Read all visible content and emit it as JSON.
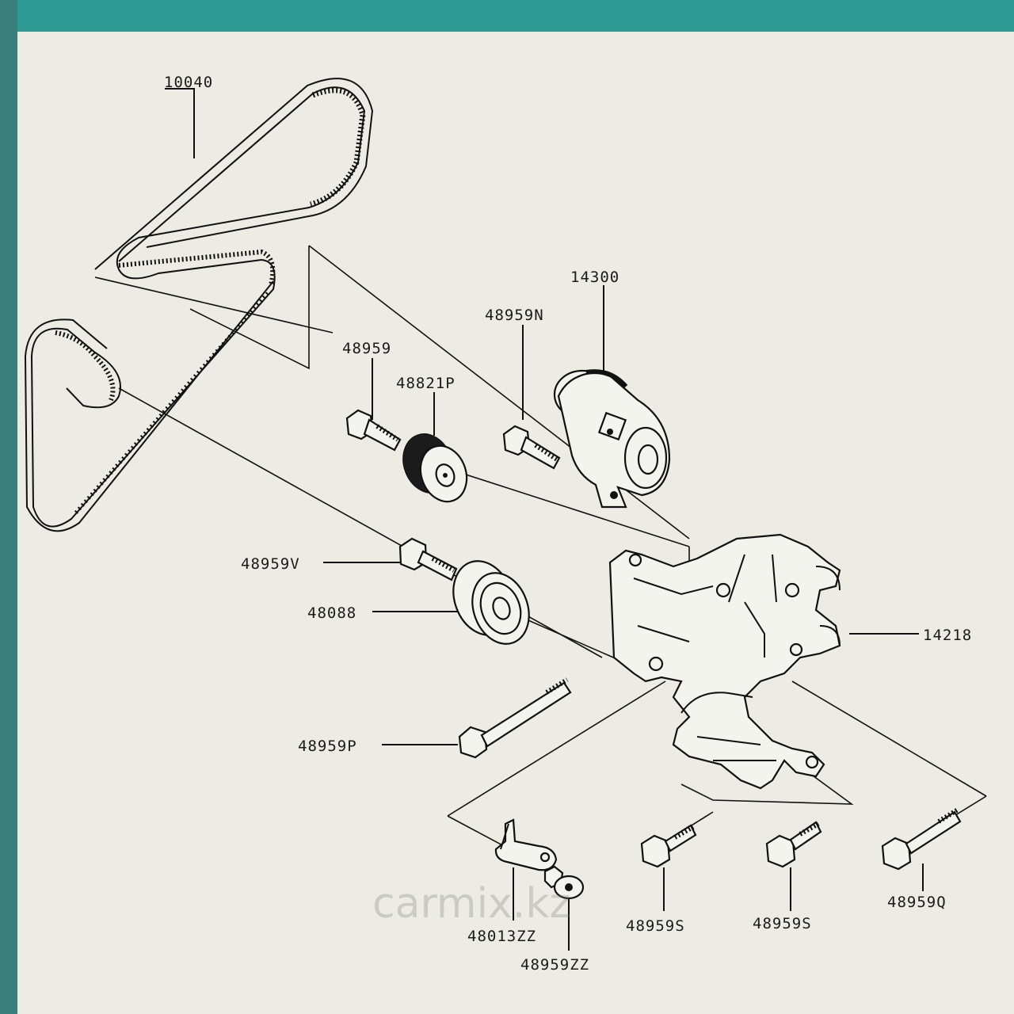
{
  "diagram": {
    "watermark": "carmix.kz",
    "labels": {
      "belt": "10040",
      "tensioner": "14300",
      "tensioner_bolt": "48959N",
      "idler_bolt_top": "48959",
      "idler_pulley_top": "48821P",
      "idler_bolt_mid": "48959V",
      "idler_pulley_mid": "48088",
      "bracket": "14218",
      "long_bolt": "48959P",
      "clip": "48013ZZ",
      "clip_bolt": "48959ZZ",
      "bolt_s1": "48959S",
      "bolt_s2": "48959S",
      "bolt_q": "48959Q"
    }
  }
}
